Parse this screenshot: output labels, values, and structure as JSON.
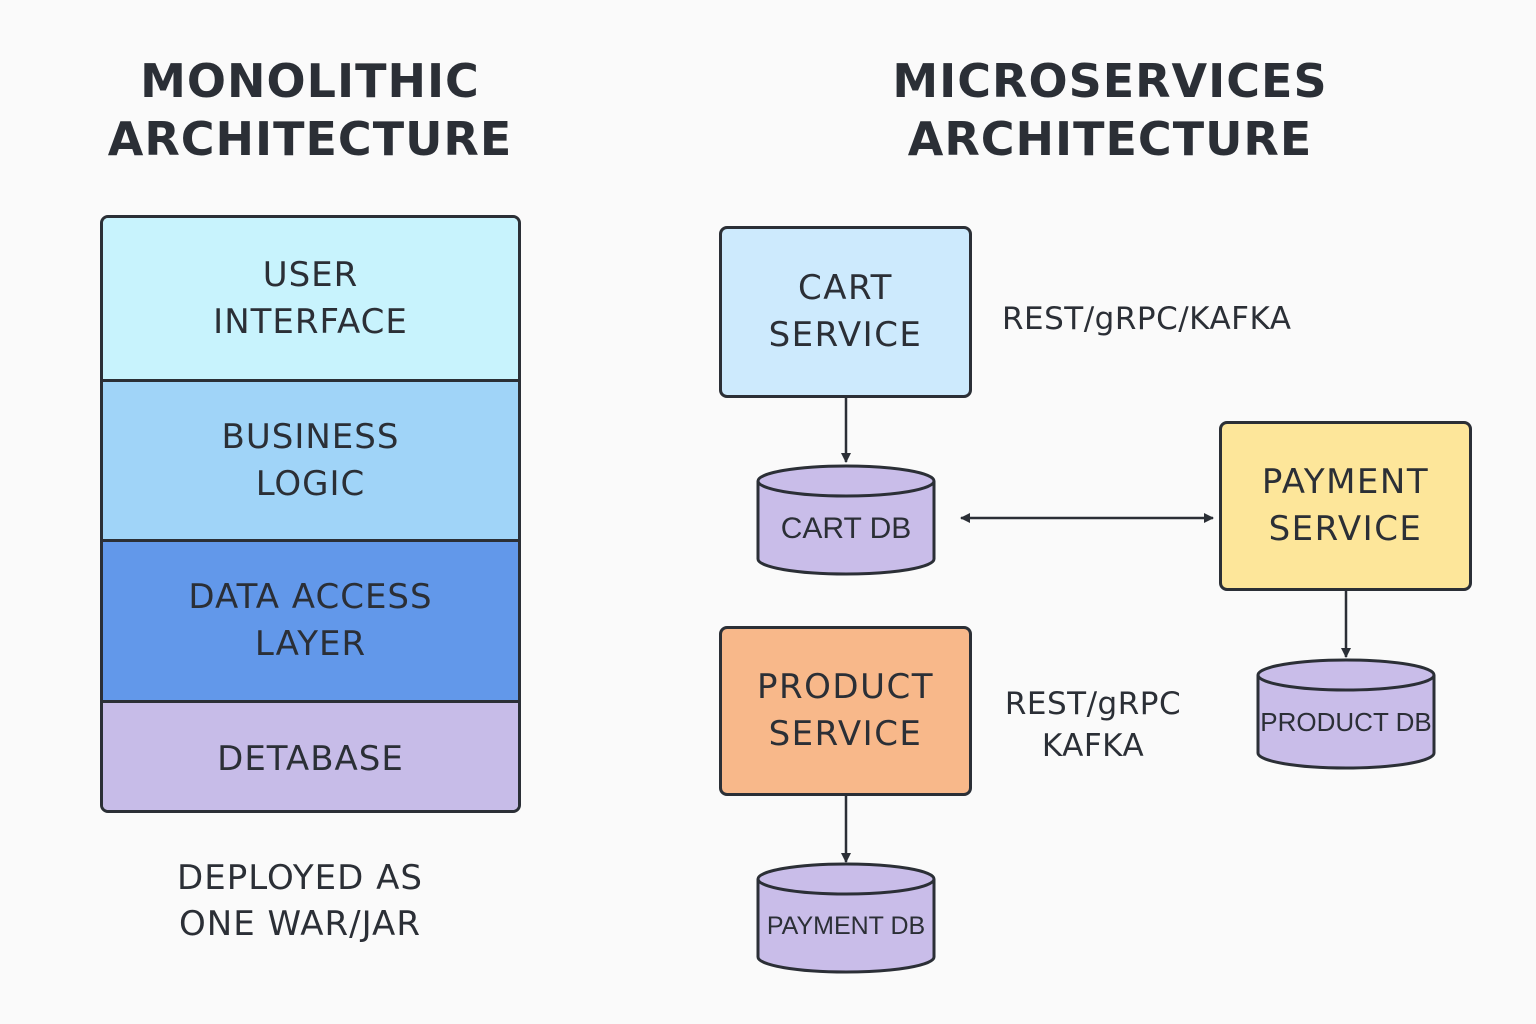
{
  "monolithic": {
    "title": [
      "MONOLITHIC",
      "ARCHITECTURE"
    ],
    "layers": [
      {
        "lines": [
          "USER",
          "INTERFACE"
        ],
        "color": "#c8f3fd"
      },
      {
        "lines": [
          "BUSINESS",
          "LOGIC"
        ],
        "color": "#a0d4f8"
      },
      {
        "lines": [
          "DATA ACCESS",
          "LAYER"
        ],
        "color": "#6298ea"
      },
      {
        "lines": [
          "DETABASE"
        ],
        "color": "#c7bce8"
      }
    ],
    "deploy_note": [
      "DEPLOYED AS",
      "ONE WAR/JAR"
    ]
  },
  "microservices": {
    "title": [
      "MICROSERVICES",
      "ARCHITECTURE"
    ],
    "services": {
      "cart": {
        "lines": [
          "CART",
          "SERVICE"
        ],
        "color": "#cdeafd"
      },
      "payment": {
        "lines": [
          "PAYMENT",
          "SERVICE"
        ],
        "color": "#fde69a"
      },
      "product": {
        "lines": [
          "PRODUCT",
          "SERVICE"
        ],
        "color": "#f8b88a"
      }
    },
    "databases": {
      "cart": {
        "label": "CART DB",
        "color": "#c9bde9"
      },
      "payment": {
        "label": "PAYMENT DB",
        "color": "#c9bde9"
      },
      "product": {
        "label": "PRODUCT DB",
        "color": "#c9bde9"
      }
    },
    "protocols": {
      "top": "REST/gRPC/KAFKA",
      "bottom": [
        "REST/gRPC",
        "KAFKA"
      ]
    }
  },
  "colors": {
    "stroke": "#2b2f36",
    "background": "#fafafa"
  }
}
